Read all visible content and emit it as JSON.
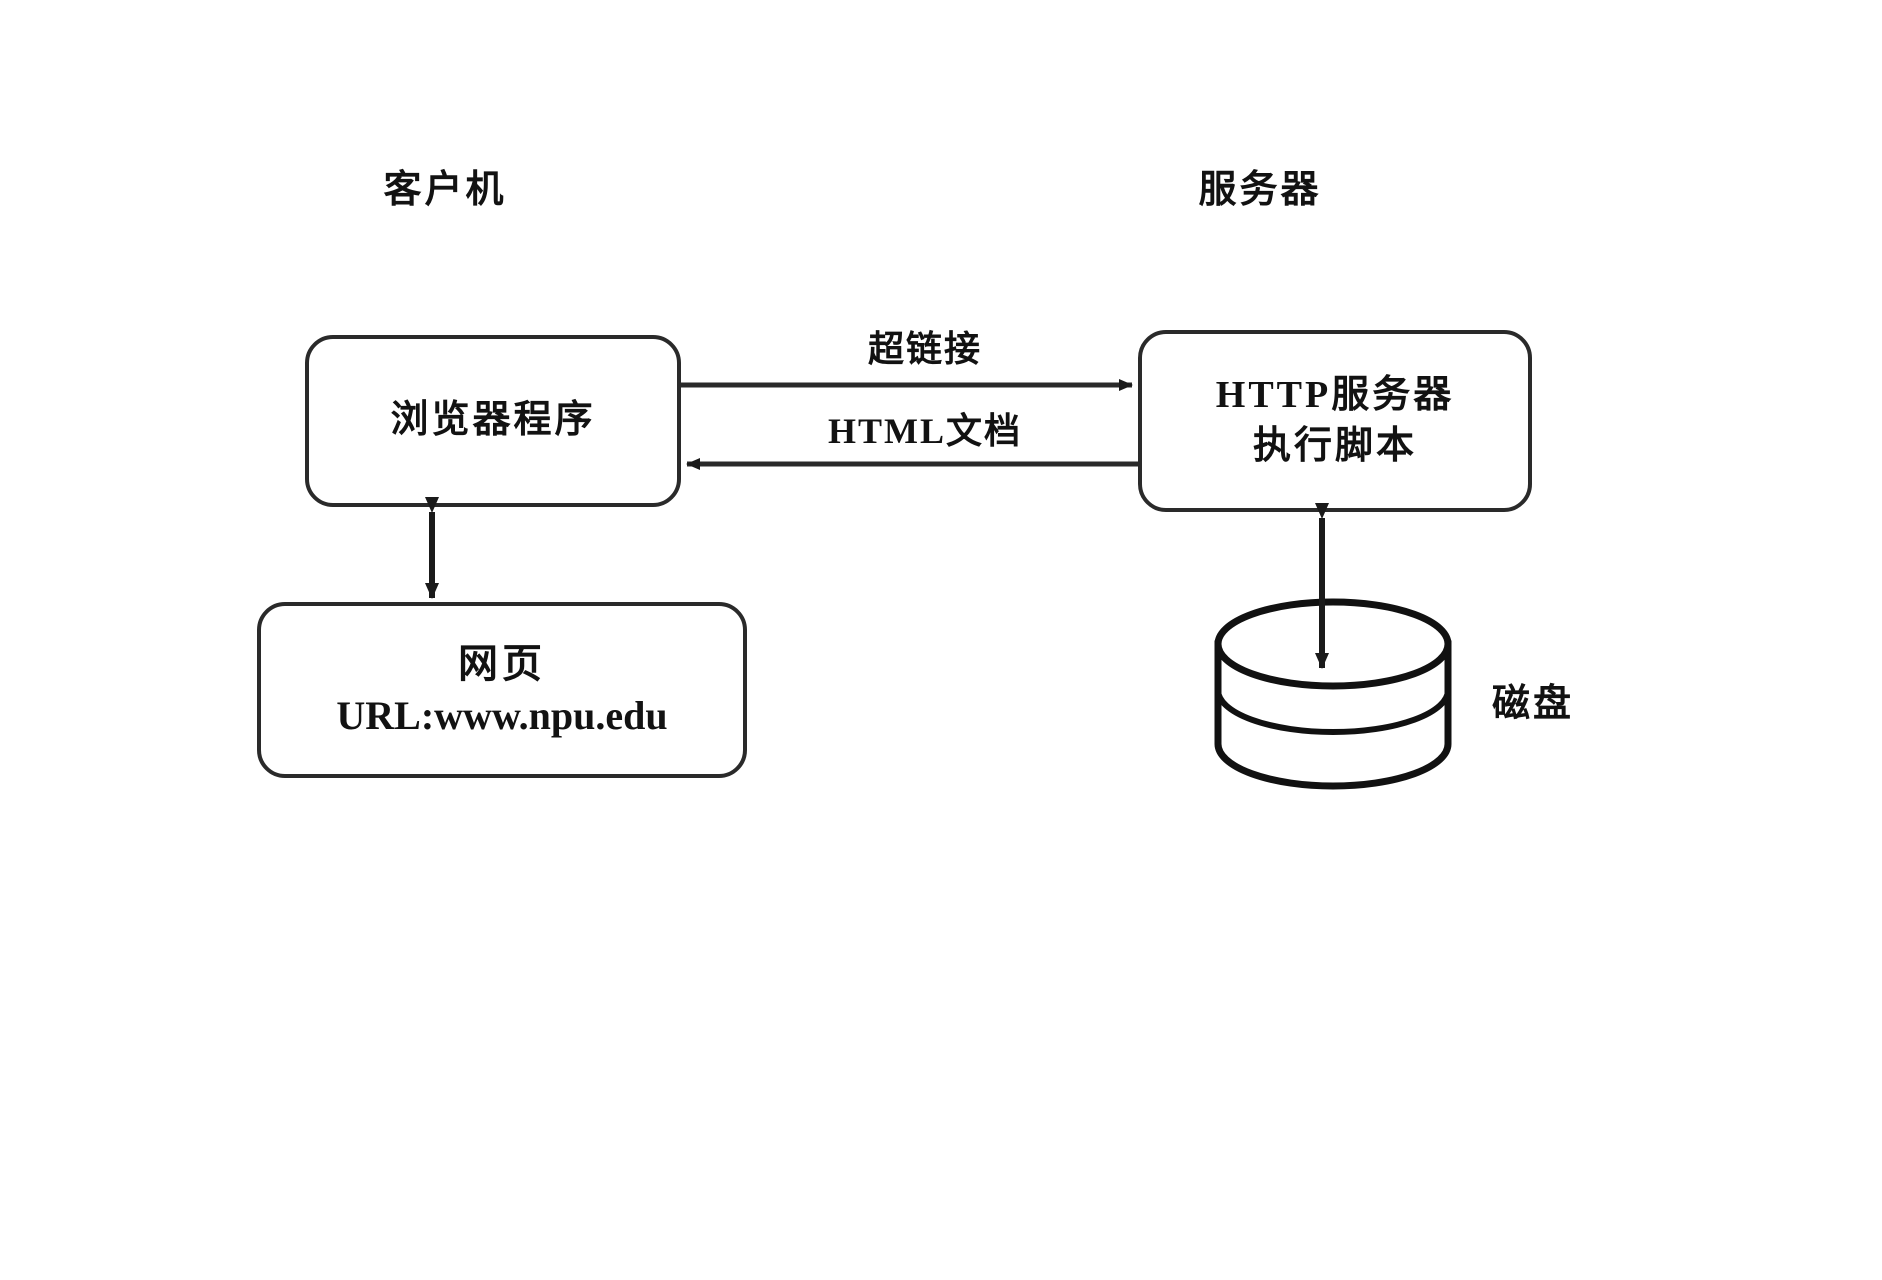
{
  "diagram": {
    "title_group_client": "客户机",
    "title_group_server": "服务器",
    "nodes": {
      "browser": {
        "label": "浏览器程序"
      },
      "webpage": {
        "line1": "网页",
        "line2": "URL:www.npu.edu"
      },
      "http_server": {
        "line1": "HTTP服务器",
        "line2": "执行脚本"
      },
      "disk": {
        "label": "磁盘"
      }
    },
    "edges": {
      "hyperlink": {
        "label": "超链接",
        "direction": "browser-to-server"
      },
      "html_doc": {
        "label": "HTML文档",
        "direction": "server-to-browser"
      },
      "browser_webpage": {
        "label": "",
        "direction": "bidirectional"
      },
      "server_disk": {
        "label": "",
        "direction": "bidirectional"
      }
    },
    "colors": {
      "stroke": "#1a1a1a",
      "fill": "#ffffff",
      "text": "#121212",
      "background": "#ffffff"
    }
  }
}
